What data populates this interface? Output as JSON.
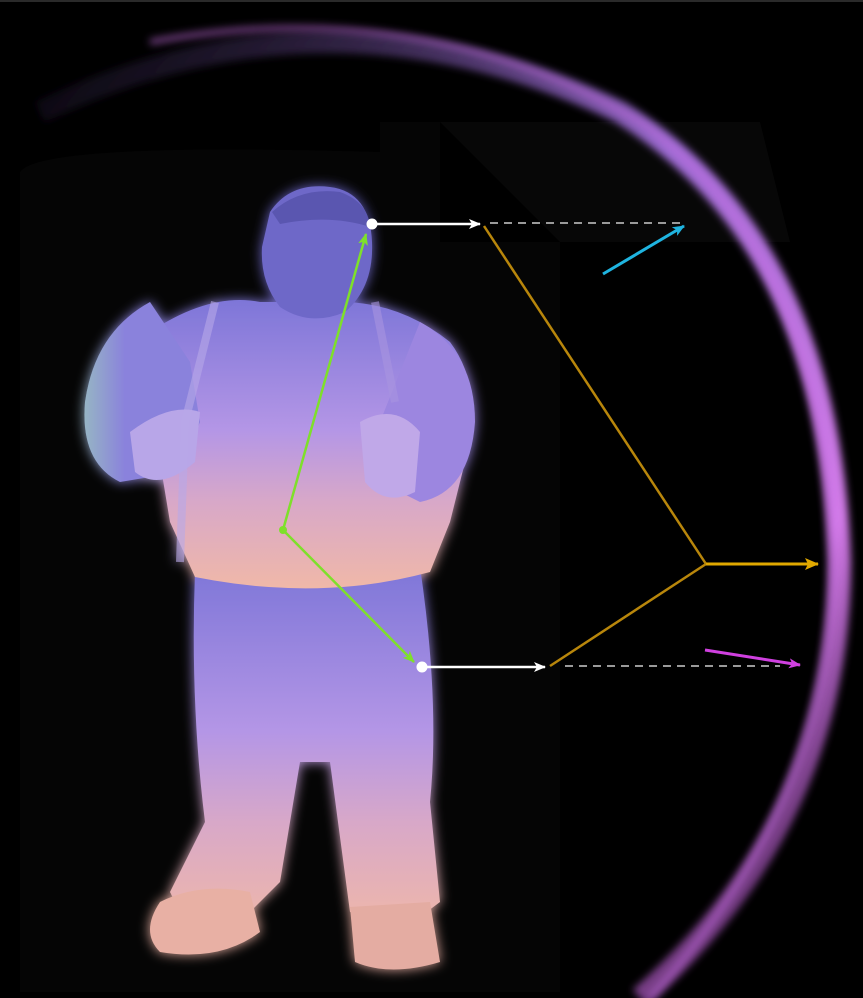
{
  "scene": {
    "background": "#000000",
    "colors": {
      "ring": "#c070e0",
      "figure_top": "#8c7ee0",
      "figure_bottom": "#e8b0a0",
      "figure_rim": "#9ad8a0",
      "normal_vectors": "#7ee02a",
      "projection_arrows": "#ffffff",
      "reflection_lines": "#b8860b",
      "output_arrow": "#e0a800",
      "cyan_arrow": "#1fb4e0",
      "magenta_arrow": "#d040e0",
      "dashed_lines": "#9a9a9a"
    },
    "icons": [
      "character-figure",
      "environment-ring",
      "normal-vector-arrow",
      "projection-arrow",
      "reflection-line",
      "output-arrow",
      "incoming-light-arrow"
    ]
  }
}
